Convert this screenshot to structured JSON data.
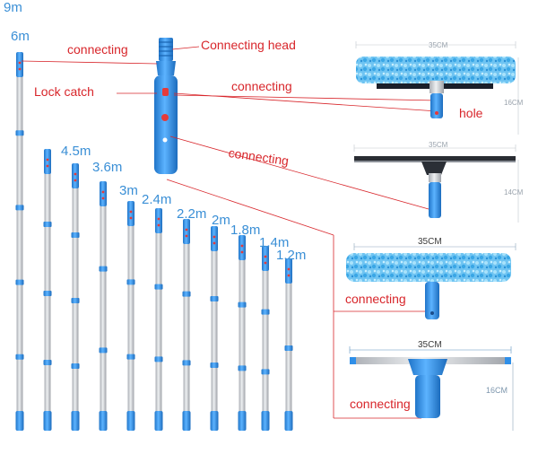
{
  "labels": {
    "connecting_top": "connecting",
    "connecting_head": "Connecting head",
    "lock_catch": "Lock catch",
    "connecting_mid": "connecting",
    "hole": "hole",
    "connecting_squeegee": "connecting",
    "connecting_washer2": "connecting",
    "connecting_bottom": "connecting"
  },
  "poles": [
    "9m",
    "6m",
    "4.5m",
    "3.6m",
    "3m",
    "2.4m",
    "2.2m",
    "2m",
    "1.8m",
    "1.4m",
    "1.2m"
  ],
  "products": {
    "washer1": {
      "width": "35CM",
      "height": "16CM"
    },
    "squeegee": {
      "width": "35CM",
      "height": "14CM"
    },
    "washer2": {
      "width": "35CM"
    },
    "squeegee2": {
      "width": "35CM",
      "height": "16CM"
    }
  },
  "colors": {
    "accent_blue": "#2f8fe8",
    "label_red": "#d8262b",
    "pole_silver": "#c9ccd1",
    "connector_line": "#d8262b"
  }
}
